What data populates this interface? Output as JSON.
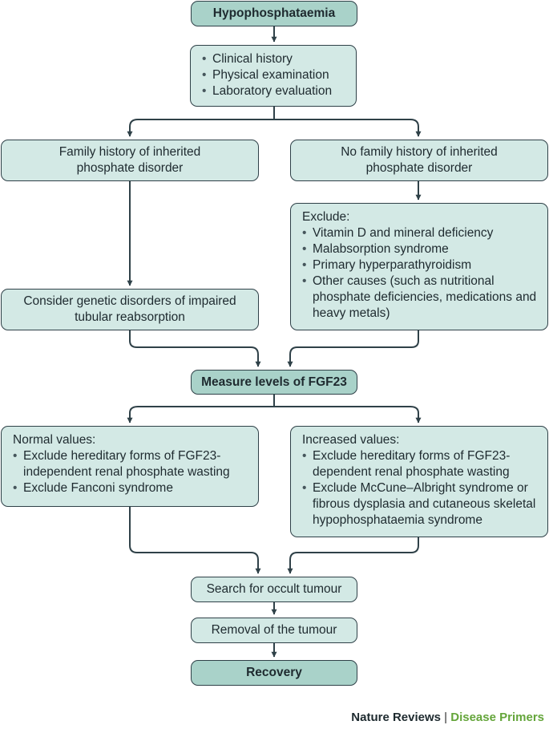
{
  "nodes": {
    "hypo": "Hypophosphataemia",
    "eval": [
      "Clinical history",
      "Physical examination",
      "Laboratory evaluation"
    ],
    "family_line1": "Family history of inherited",
    "family_line2": "phosphate disorder",
    "nofamily_line1": "No family history of inherited",
    "nofamily_line2": "phosphate disorder",
    "exclude_heading": "Exclude:",
    "exclude_items": [
      "Vitamin D and mineral deficiency",
      "Malabsorption syndrome",
      "Primary hyperparathyroidism",
      "Other causes (such as nutritional phosphate deficiencies, medications and heavy metals)"
    ],
    "genetic_line1": "Consider genetic disorders of impaired",
    "genetic_line2": "tubular reabsorption",
    "fgf23": "Measure levels of FGF23",
    "normal_heading": "Normal values:",
    "normal_items": [
      "Exclude hereditary forms of FGF23-independent renal phosphate wasting",
      "Exclude Fanconi syndrome"
    ],
    "increased_heading": "Increased values:",
    "increased_items": [
      "Exclude hereditary forms of FGF23-dependent renal phosphate wasting",
      "Exclude McCune–Albright syndrome or fibrous dysplasia and cutaneous skeletal hypophosphataemia syndrome"
    ],
    "search": "Search for occult tumour",
    "removal": "Removal of the tumour",
    "recovery": "Recovery"
  },
  "footer": {
    "brand": "Nature Reviews",
    "separator": "|",
    "series": "Disease Primers"
  },
  "colors": {
    "box_fill": "#d3e9e5",
    "key_box_fill": "#a9d2c9",
    "stroke": "#2f4148",
    "series_green": "#64a53a"
  }
}
